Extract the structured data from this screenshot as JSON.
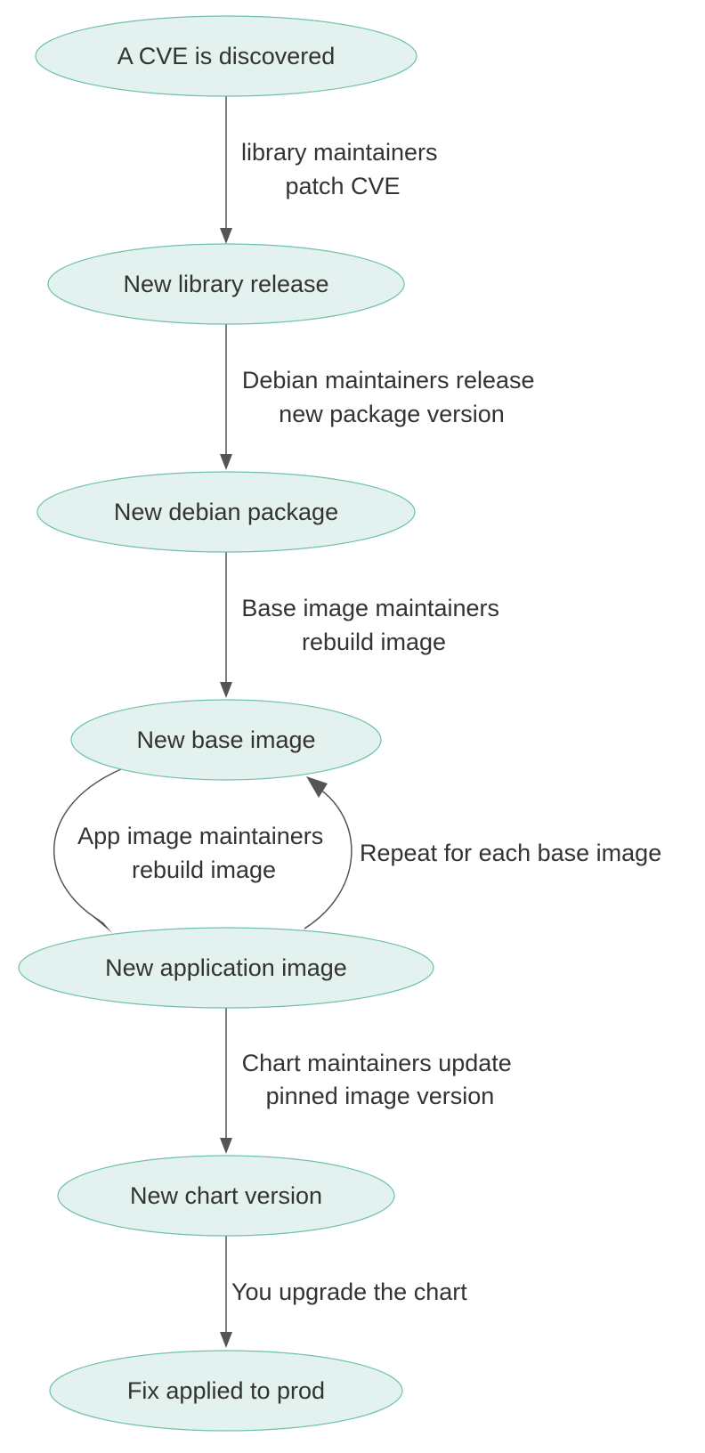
{
  "nodes": {
    "cve": "A CVE is discovered",
    "library": "New library release",
    "debian": "New debian package",
    "base": "New base image",
    "app": "New application image",
    "chart": "New chart version",
    "prod": "Fix applied to prod"
  },
  "edges": {
    "cve_to_library": [
      "library maintainers",
      "patch CVE"
    ],
    "library_to_debian": [
      "Debian maintainers release",
      "new package version"
    ],
    "debian_to_base": [
      "Base image maintainers",
      "rebuild image"
    ],
    "base_to_app": [
      "App image maintainers",
      "rebuild image"
    ],
    "app_to_base": [
      "Repeat for each base image"
    ],
    "app_to_chart": [
      "Chart maintainers update",
      "pinned image version"
    ],
    "chart_to_prod": [
      "You upgrade the chart"
    ]
  },
  "colors": {
    "node_fill": "#e3f1ef",
    "node_stroke": "#6fc0b3",
    "edge": "#555555",
    "text": "#333333"
  }
}
